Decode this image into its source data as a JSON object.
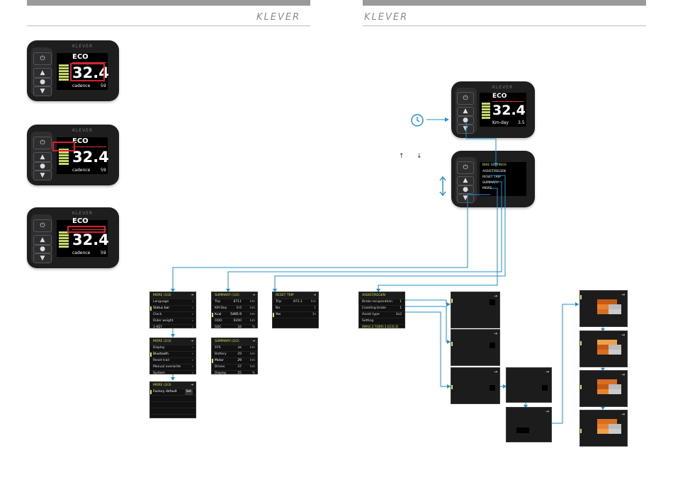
{
  "brand": "KLEVER",
  "devices": {
    "cadence_label": "cadence",
    "cadence_value": "59",
    "speed": "32.4",
    "mode": "ECO",
    "kmday_label": "Km-day",
    "kmday_value": "3.5",
    "menu_title": "BIKE SETTINGS",
    "menu_items": [
      "ASSIST/REGEN",
      "RESET TRIP",
      "SUMMARY",
      "MORE"
    ]
  },
  "arrows_text": {
    "up": "↑",
    "down": "↓"
  },
  "menus": {
    "more1": {
      "title": "MORE (1/3)",
      "rows": [
        {
          "label": "Language",
          "ch": "›"
        },
        {
          "label": "Status bar",
          "ch": "›"
        },
        {
          "label": "Clock",
          "ch": "›"
        },
        {
          "label": "Rider weight",
          "ch": "›"
        },
        {
          "label": "1-KEY",
          "ch": "›"
        }
      ]
    },
    "more2": {
      "title": "MORE (2/3)",
      "rows": [
        {
          "label": "Display",
          "ch": "›"
        },
        {
          "label": "Bluetooth",
          "ch": "›"
        },
        {
          "label": "Reset trail",
          "ch": "›"
        },
        {
          "label": "Manual overwrite",
          "ch": "›"
        },
        {
          "label": "System",
          "ch": "›"
        }
      ]
    },
    "more3": {
      "title": "MORE (3/3)",
      "rows": [
        {
          "label": "Factory default",
          "value": "Set"
        }
      ]
    },
    "summary1": {
      "title": "SUMMARY (1/2)",
      "rows": [
        {
          "label": "Trip",
          "value": "8711",
          "unit": "km"
        },
        {
          "label": "KM-Day",
          "value": "0.0",
          "unit": "km"
        },
        {
          "label": "Kcal",
          "value": "5485.9",
          "unit": "km"
        },
        {
          "label": "ODO",
          "value": "9200",
          "unit": "km"
        },
        {
          "label": "SOC",
          "value": "34",
          "unit": "%"
        }
      ]
    },
    "summary2": {
      "title": "SUMMARY (2/2)",
      "rows": [
        {
          "label": "SYS",
          "value": "ok",
          "unit": "km"
        },
        {
          "label": "Battery",
          "value": "29",
          "unit": "km"
        },
        {
          "label": "Motor",
          "value": "29",
          "unit": "km"
        },
        {
          "label": "Drives",
          "value": "37",
          "unit": "km"
        },
        {
          "label": "Display",
          "value": "25",
          "unit": "%"
        }
      ]
    },
    "reset": {
      "title": "RESET TRIP",
      "rows": [
        {
          "label": "Trip",
          "value": "871.1",
          "unit": "km"
        },
        {
          "label": "No",
          "value": "",
          "unit": "1"
        },
        {
          "label": "Yes",
          "value": "",
          "unit": "3s"
        }
      ]
    },
    "assist": {
      "title": "ASSIST/REGEN",
      "rows": [
        {
          "label": "Brake recuperation",
          "value": "1"
        },
        {
          "label": "Coasting brake",
          "value": "1"
        },
        {
          "label": "Assist type",
          "value": "3x3"
        },
        {
          "label": "Setting",
          "value": ""
        }
      ],
      "footer": "[MAX:3 TORR:3 ECO:3]"
    }
  },
  "colors": {
    "accent_blue": "#1f8fcf",
    "highlight_red": "#d8202c",
    "screen_yellow": "#d7e45a",
    "orange": "#e8822d"
  },
  "icons": {
    "clock": "clock-icon",
    "updown": "up-down-arrow-icon",
    "exit": "exit-icon"
  }
}
